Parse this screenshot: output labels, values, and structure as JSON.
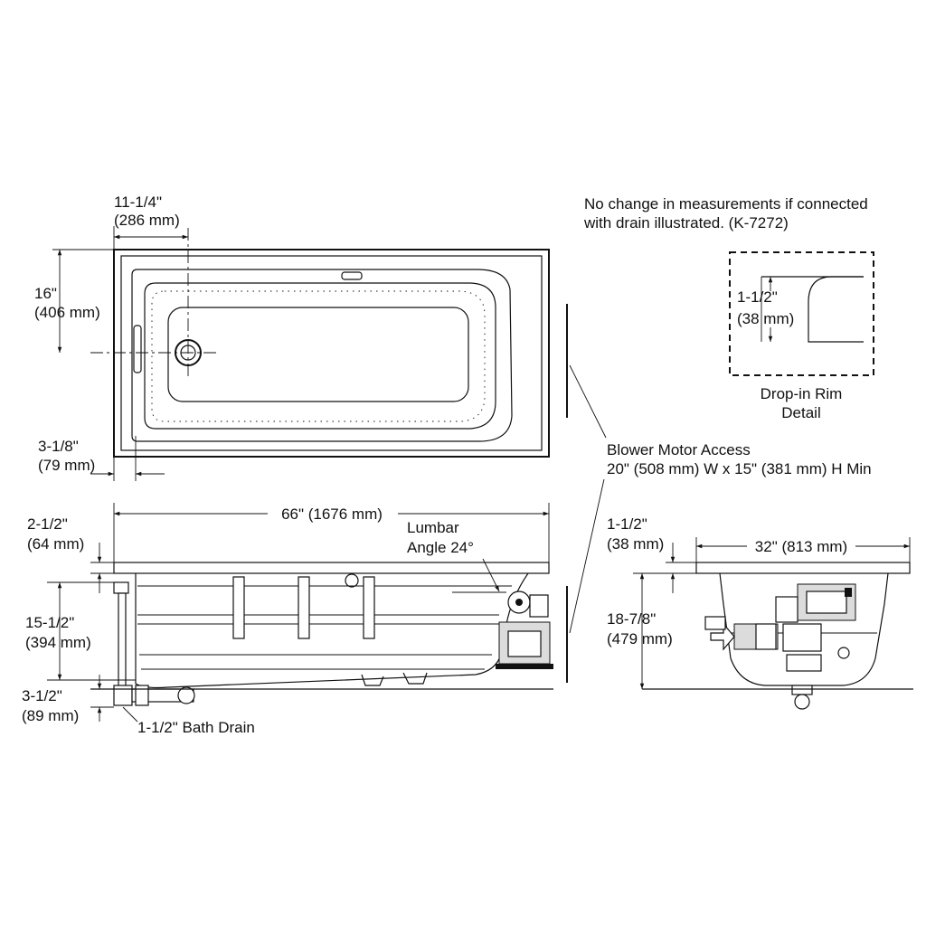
{
  "top_view": {
    "width_label": "11-1/4\"",
    "width_label_mm": "(286 mm)",
    "height_label": "16\"",
    "height_label_mm": "(406 mm)",
    "offset_label": "3-1/8\"",
    "offset_label_mm": "(79 mm)"
  },
  "note": {
    "line1": "No change in measurements if connected",
    "line2": "with drain illustrated. (K-7272)"
  },
  "rim_detail": {
    "dim_label": "1-1/2\"",
    "dim_label_mm": "(38 mm)",
    "caption_line1": "Drop-in Rim",
    "caption_line2": "Detail"
  },
  "blower": {
    "line1": "Blower Motor Access",
    "line2": "20\" (508 mm) W x 15\" (381 mm) H Min"
  },
  "side_view": {
    "length_label": "66\" (1676 mm)",
    "rim_label": "2-1/2\"",
    "rim_label_mm": "(64 mm)",
    "lumbar_line1": "Lumbar",
    "lumbar_line2": "Angle 24°",
    "depth_label": "15-1/2\"",
    "depth_label_mm": "(394 mm)",
    "drain_height_label": "3-1/2\"",
    "drain_height_label_mm": "(89 mm)",
    "drain_label": "1-1/2\" Bath Drain"
  },
  "end_view": {
    "rim_label": "1-1/2\"",
    "rim_label_mm": "(38 mm)",
    "width_label": "32\" (813 mm)",
    "height_label": "18-7/8\"",
    "height_label_mm": "(479 mm)"
  }
}
